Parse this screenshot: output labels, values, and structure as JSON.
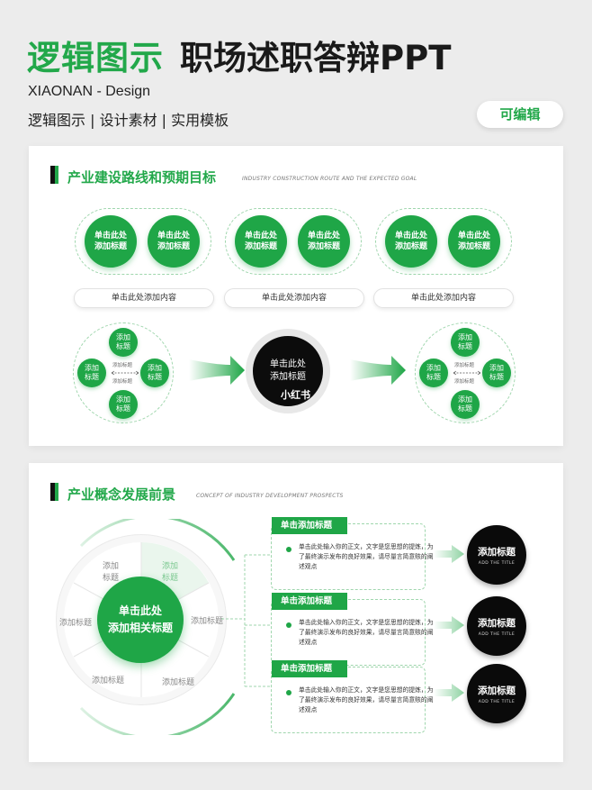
{
  "header": {
    "title_green": "逻辑图示",
    "title_black": "职场述职答辩PPT",
    "brand": "XIAONAN - Design",
    "tags": "逻辑图示 | 设计素材 | 实用模板",
    "edit_button": "可编辑"
  },
  "section1": {
    "title": "产业建设路线和预期目标",
    "subtitle_en": "INDUSTRY CONSTRUCTION ROUTE AND THE EXPECTED GOAL",
    "groups": [
      {
        "c1": "单击此处\n添加标题",
        "c2": "单击此处\n添加标题",
        "pill": "单击此处添加内容"
      },
      {
        "c1": "单击此处\n添加标题",
        "c2": "单击此处\n添加标题",
        "pill": "单击此处添加内容"
      },
      {
        "c1": "单击此处\n添加标题",
        "c2": "单击此处\n添加标题",
        "pill": "单击此处添加内容"
      }
    ],
    "cluster": {
      "node": "添加\n标题",
      "tiny1": "添加标题",
      "tiny2": "添加标题"
    },
    "center": "单击此处\n添加标题",
    "watermark": "小红书"
  },
  "section2": {
    "title": "产业概念发展前景",
    "subtitle_en": "CONCEPT OF INDUSTRY DEVELOPMENT PROSPECTS",
    "center": "单击此处\n添加相关标题",
    "sector_labels": {
      "top_left": "添加\n标题",
      "top_right": "添加\n标题",
      "left": "添加标题",
      "right": "添加标题",
      "bottom_left": "添加标题",
      "bottom_right": "添加标题"
    },
    "cards": [
      {
        "title": "单击添加标题",
        "text": "单击此处输入你的正文，文字是您思想的提炼，为了最终演示发布的良好效果，请尽量言简意赅的阐述观点"
      },
      {
        "title": "单击添加标题",
        "text": "单击此处输入你的正文，文字是您思想的提炼，为了最终演示发布的良好效果，请尽量言简意赅的阐述观点"
      },
      {
        "title": "单击添加标题",
        "text": "单击此处输入你的正文，文字是您思想的提炼，为了最终演示发布的良好效果，请尽量言简意赅的阐述观点"
      }
    ],
    "circles": [
      {
        "title": "添加标题",
        "sub": "ADD THE TITLE"
      },
      {
        "title": "添加标题",
        "sub": "ADD THE TITLE"
      },
      {
        "title": "添加标题",
        "sub": "ADD THE TITLE"
      }
    ]
  },
  "colors": {
    "accent": "#1fa647",
    "dark": "#0a0a0a"
  }
}
